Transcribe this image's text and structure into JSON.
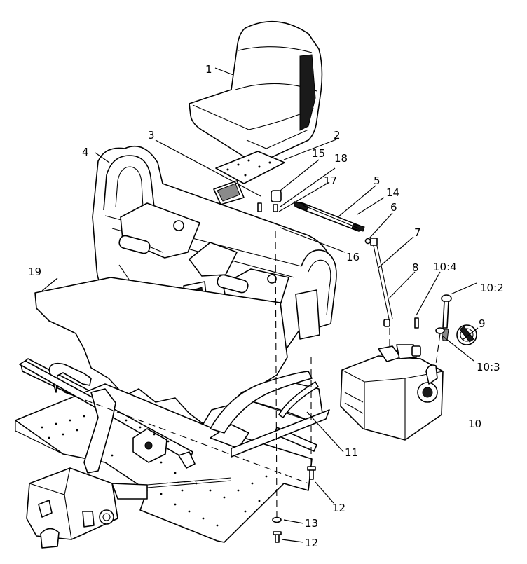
{
  "callouts": [
    {
      "id": "c1",
      "text": "1"
    },
    {
      "id": "c2",
      "text": "2"
    },
    {
      "id": "c3",
      "text": "3"
    },
    {
      "id": "c4",
      "text": "4"
    },
    {
      "id": "c5",
      "text": "5"
    },
    {
      "id": "c6",
      "text": "6"
    },
    {
      "id": "c7",
      "text": "7"
    },
    {
      "id": "c8",
      "text": "8"
    },
    {
      "id": "c9",
      "text": "9"
    },
    {
      "id": "c10",
      "text": "10"
    },
    {
      "id": "c10_2",
      "text": "10:2"
    },
    {
      "id": "c10_3",
      "text": "10:3"
    },
    {
      "id": "c10_4",
      "text": "10:4"
    },
    {
      "id": "c11",
      "text": "11"
    },
    {
      "id": "c12a",
      "text": "12"
    },
    {
      "id": "c12b",
      "text": "12"
    },
    {
      "id": "c13",
      "text": "13"
    },
    {
      "id": "c14",
      "text": "14"
    },
    {
      "id": "c15",
      "text": "15"
    },
    {
      "id": "c16",
      "text": "16"
    },
    {
      "id": "c17",
      "text": "17"
    },
    {
      "id": "c18",
      "text": "18"
    },
    {
      "id": "c19",
      "text": "19"
    }
  ]
}
